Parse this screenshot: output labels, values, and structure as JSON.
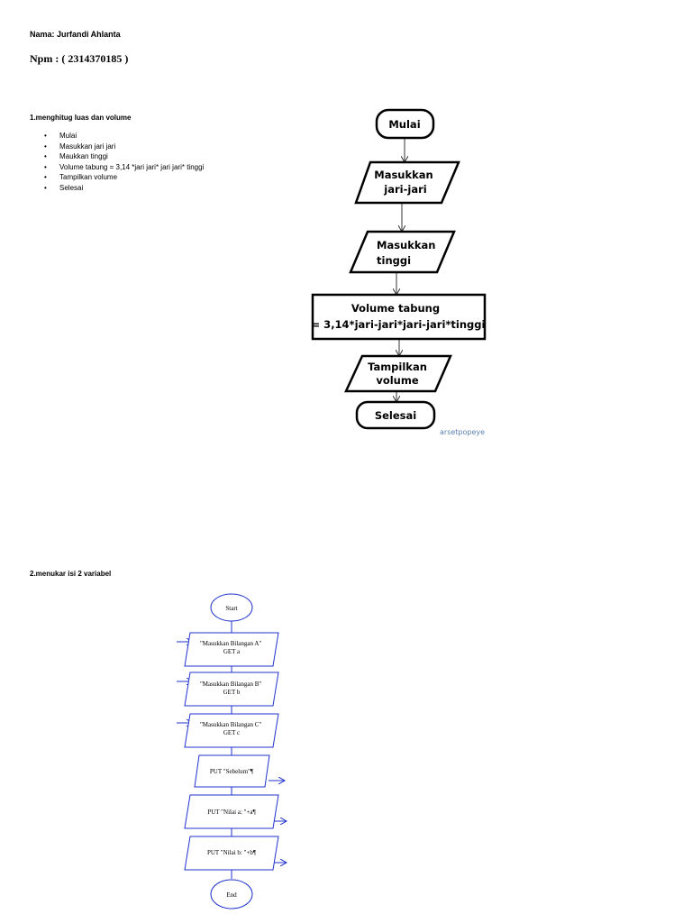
{
  "header": {
    "name": "Nama: Jurfandi Ahlanta",
    "npm": "Npm  : ( 2314370185 )"
  },
  "section1": {
    "title": "1.menghitug luas dan volume",
    "bullets": [
      "Mulai",
      "Masukkan jari jari",
      "Maukkan tinggi",
      "Volume tabung = 3,14 *jari jari* jari jari* tinggi",
      "Tampilkan volume",
      "Selesai"
    ],
    "flowchart": {
      "start": "Mulai",
      "input_radius": [
        "Masukkan",
        "jari-jari"
      ],
      "input_height": [
        "Masukkan",
        "tinggi"
      ],
      "process": [
        "Volume tabung",
        "= 3,14*jari-jari*jari-jari*tinggi"
      ],
      "output": [
        "Tampilkan",
        "volume"
      ],
      "end": "Selesai",
      "watermark": "arsetpopeye"
    }
  },
  "section2": {
    "title": "2.menukar isi 2 variabel",
    "flowchart": {
      "start": "Start",
      "input_a": [
        "\"Masukkan Bilangan A\"",
        "GET a"
      ],
      "input_b": [
        "\"Masukkan Bilangan B\"",
        "GET b"
      ],
      "input_c": [
        "\"Masukkan Bilangan C\"",
        "GET c"
      ],
      "put_sebelum": "PUT \"Sebelum\"¶",
      "put_a": "PUT \"Nilai a: \"+a¶",
      "put_b": "PUT \"Nilai b: \"+b¶",
      "end": "End"
    }
  },
  "colors": {
    "flow2_line": "#2233cc",
    "watermark": "#5a7fb0"
  }
}
